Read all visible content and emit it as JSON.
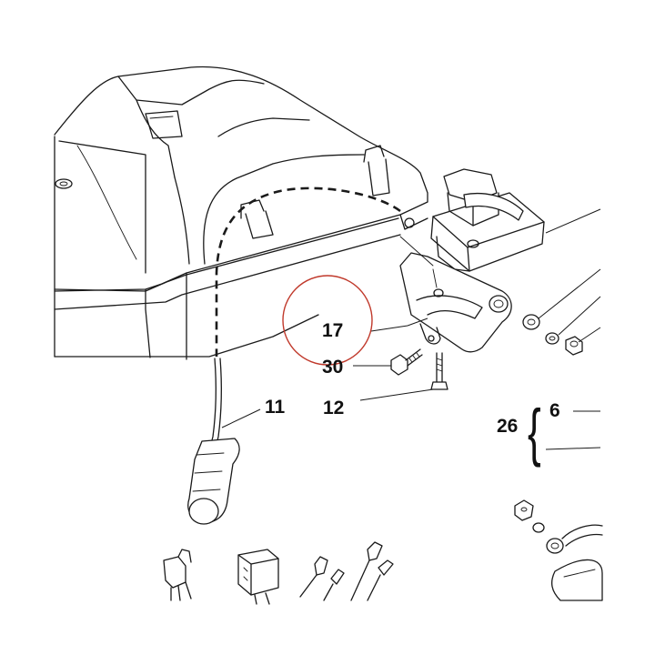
{
  "highlight_color": "#c0392b",
  "callouts": {
    "c17": "17",
    "c30": "30",
    "c11": "11",
    "c12": "12",
    "c26": "26",
    "c6": "6"
  }
}
